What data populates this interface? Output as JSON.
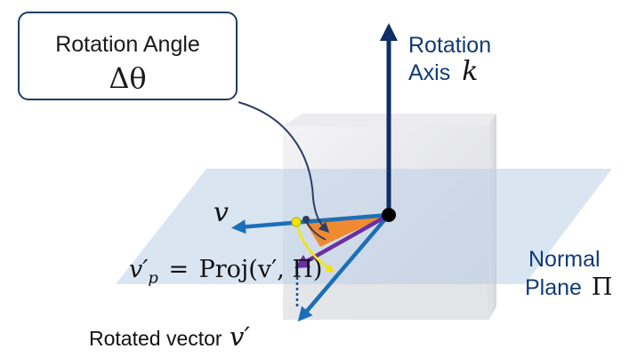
{
  "callout": {
    "title": "Rotation Angle",
    "symbol": "Δθ"
  },
  "rotation_axis": {
    "line1": "Rotation",
    "line2": "Axis",
    "symbol": "k"
  },
  "normal_plane": {
    "line1": "Normal",
    "line2": "Plane",
    "symbol": "Π"
  },
  "vector_v": {
    "symbol": "v"
  },
  "projection": {
    "lhs": "v′",
    "lhs_sub": "p",
    "equals": "=",
    "rhs": "Proj(v′, Π)"
  },
  "rotated_vector": {
    "label": "Rotated vector",
    "symbol": "v′"
  },
  "colors": {
    "axis": "#0d2e66",
    "vector": "#1b6fb8",
    "projected": "#6a2fa0",
    "arc": "#f2e600",
    "sector": "#f08a32",
    "plane": "#bccfe8",
    "callout_border": "#1f3c66"
  }
}
